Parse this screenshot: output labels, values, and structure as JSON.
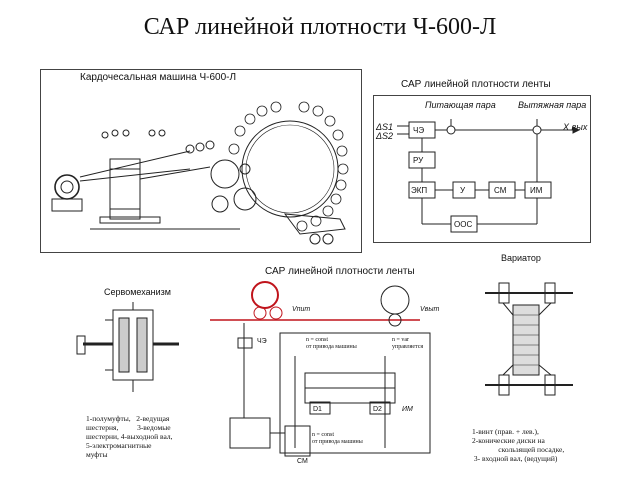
{
  "slide": {
    "title": "САР линейной плотности Ч-600-Л"
  },
  "card_machine": {
    "title": "Кардочесальная машина Ч-600-Л"
  },
  "sar_tape": {
    "title": "САР линейной плотности ленты",
    "feed_pair": "Питающая пара",
    "draw_pair": "Вытяжная пара",
    "ds1": "ΔS1",
    "ds2": "ΔS2",
    "x_out": "Х вых",
    "blocks": {
      "che": "ЧЭ",
      "ru": "РУ",
      "ekp": "ЭКП",
      "u": "У",
      "sm": "СМ",
      "im": "ИМ",
      "oos": "ООС"
    }
  },
  "variator": {
    "title": "Вариатор",
    "caption": "1-винт (прав. + лев.),\n2-конические диски на\n              скользящей посадке,\n 3- входной вал, (ведущий)"
  },
  "servo": {
    "title": "Сервомеханизм",
    "caption": "1-полумуфты,   2-ведущая\nшестерня,          3-ведомые\nшестерни, 4-выходной вал,\n5-электромагнитные\nмуфты"
  },
  "sar_bottom": {
    "title": "САР линейной плотности ленты",
    "v_pit": "Vпит",
    "v_vyt": "Vвыт",
    "che": "ЧЭ",
    "n_const_top": "n = const\nот привода машины",
    "n_var": "n = var\nуправляется",
    "d1": "D1",
    "d2": "D2",
    "im": "ИМ",
    "sm": "СМ",
    "n_const_bottom": "n = const\nот привода машины"
  }
}
